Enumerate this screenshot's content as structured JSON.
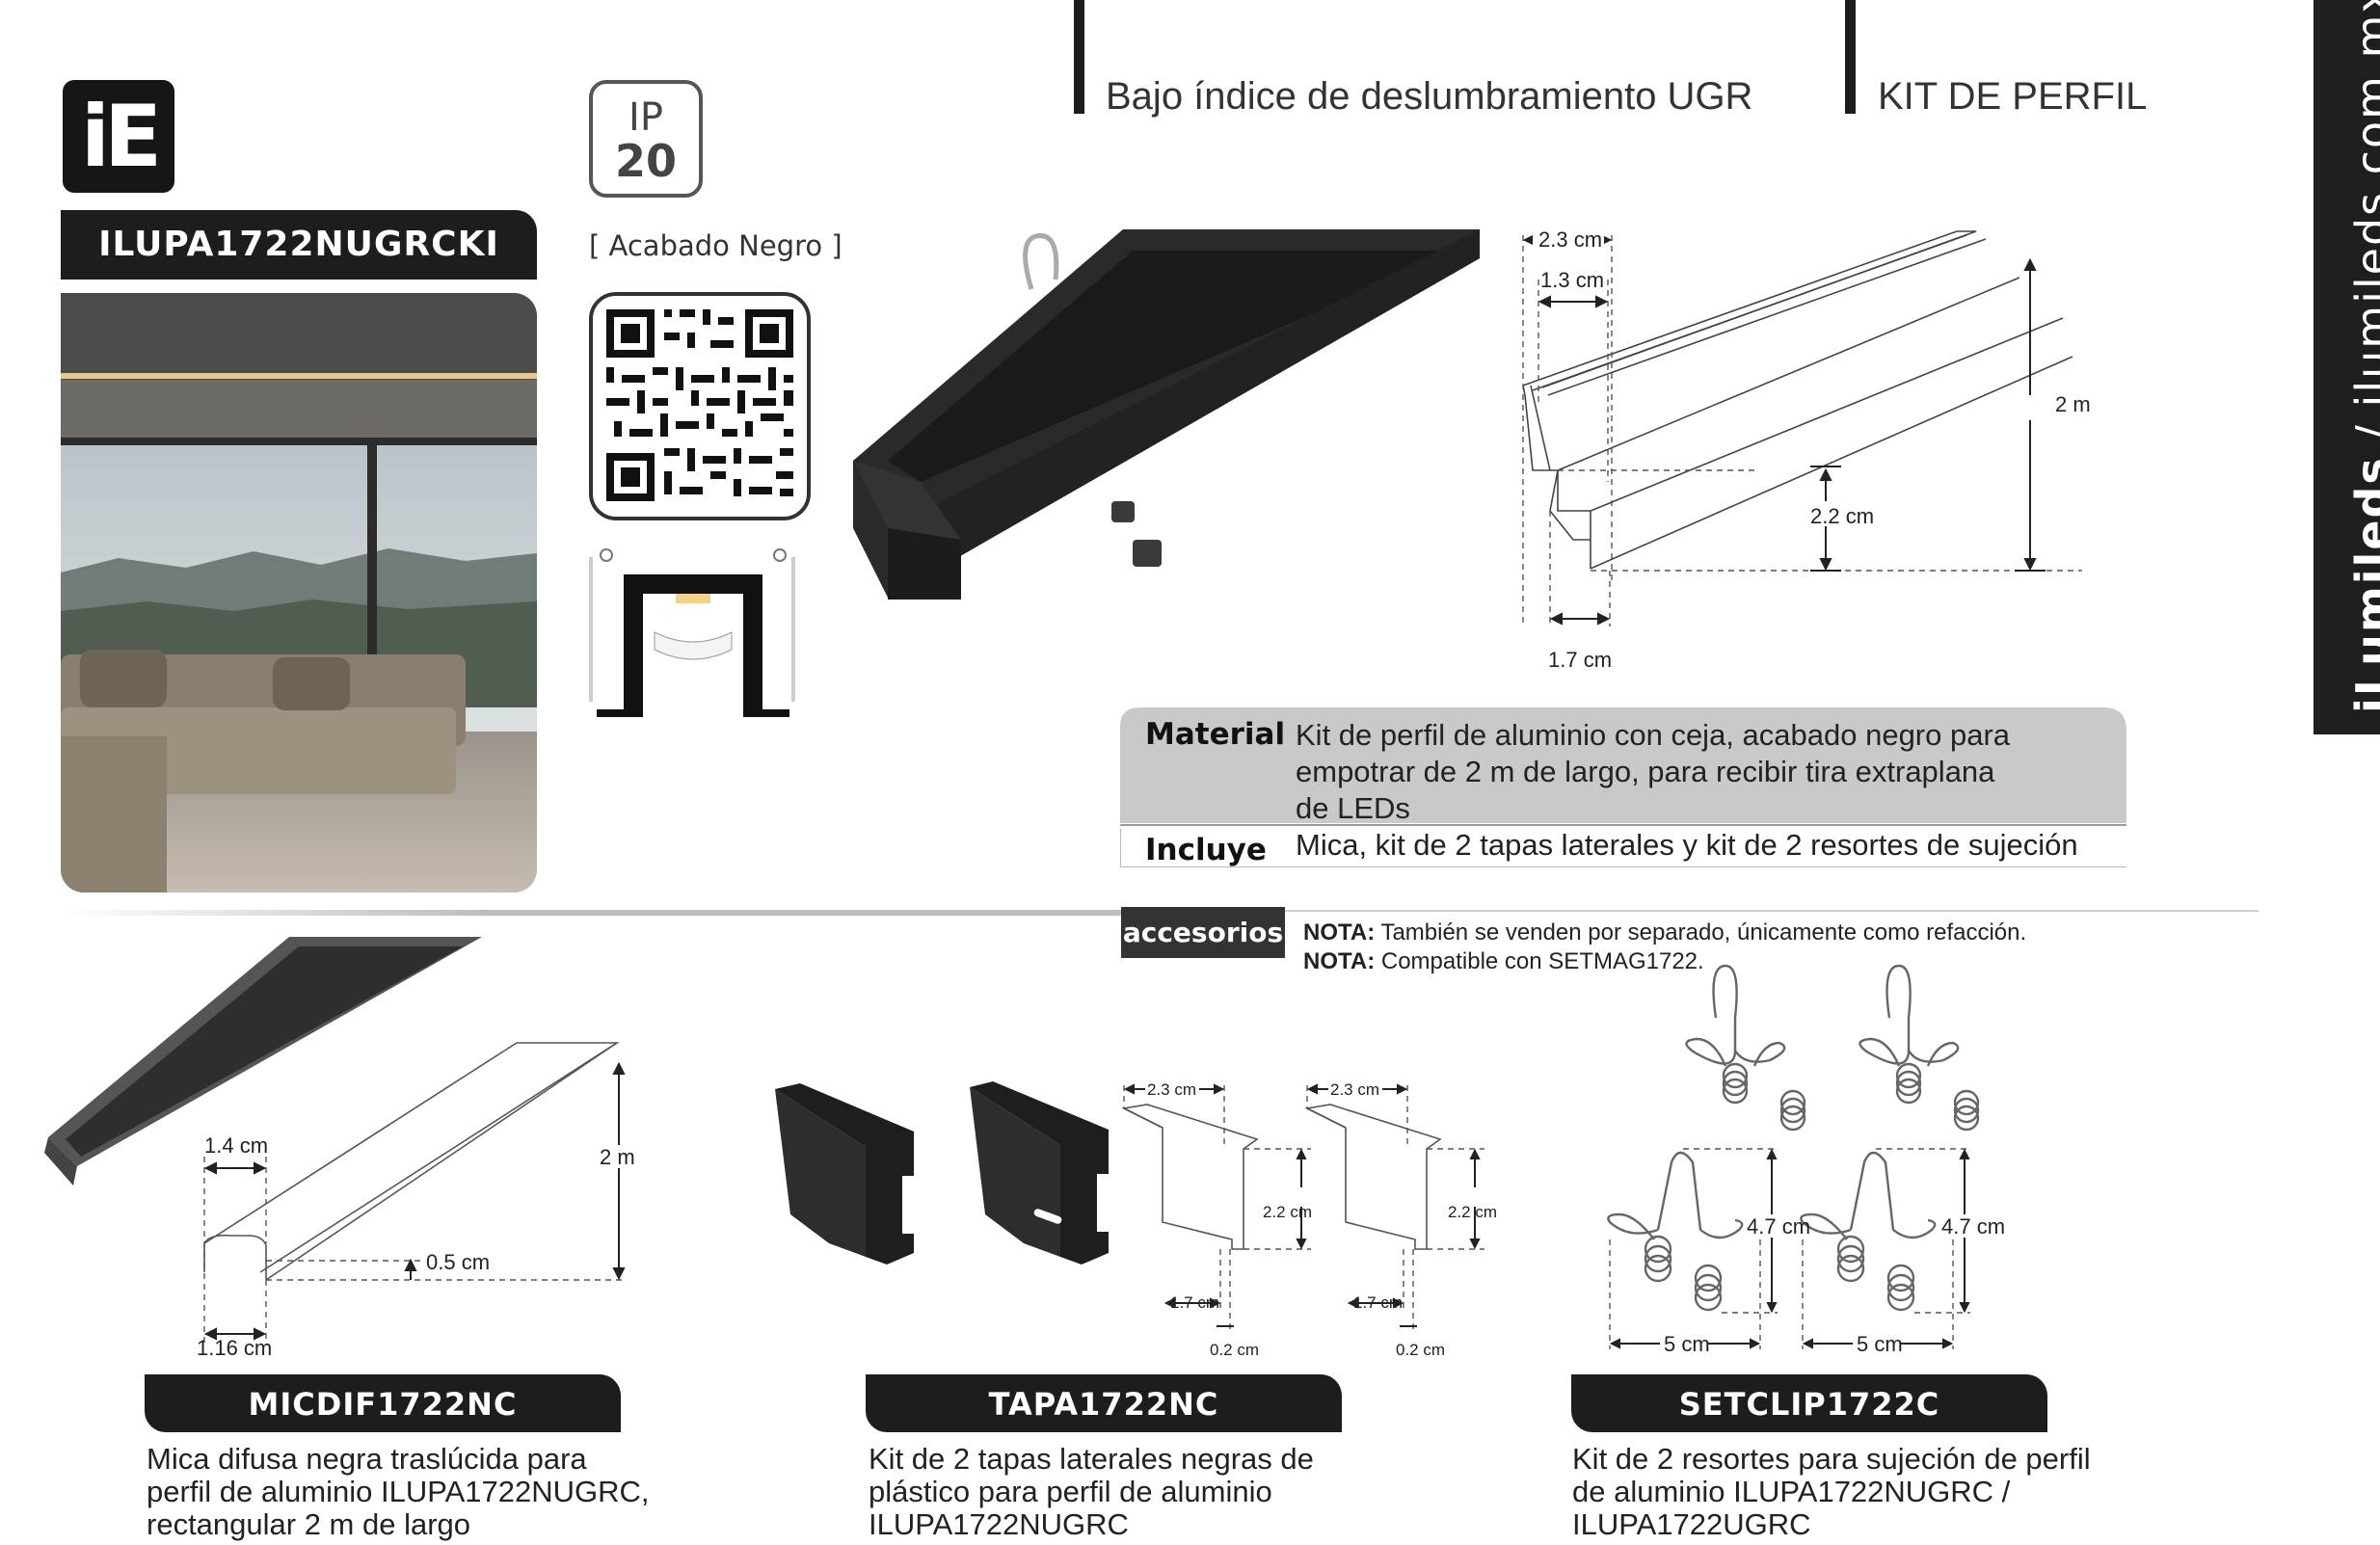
{
  "brand": {
    "logo_text": "iE",
    "sidebar_text_bold": "iLumileds",
    "sidebar_text_rest": " / ilumileds.com.mx"
  },
  "header": {
    "feature": "Bajo índice de deslumbramiento UGR",
    "category": "KIT DE PERFIL"
  },
  "product": {
    "code": "ILUPA1722NUGRCKI",
    "ip_label": "IP",
    "ip_value": "20",
    "finish": "[ Acabado Negro ]"
  },
  "dimensions_main": {
    "top_width": "2.3 cm",
    "inner_width": "1.3 cm",
    "length": "2 m",
    "height": "2.2 cm",
    "bottom_width": "1.7 cm"
  },
  "specs": [
    {
      "label": "Material",
      "lines": [
        "Kit de perfil de aluminio con ceja, acabado negro para",
        "empotrar de 2 m de largo, para recibir tira extraplana",
        "de LEDs"
      ]
    },
    {
      "label": "Incluye",
      "lines": [
        "Mica, kit de 2 tapas laterales y kit de 2 resortes de sujeción"
      ]
    }
  ],
  "accessories": {
    "label": "accesorios",
    "notes": [
      {
        "bold": "NOTA:",
        "text": " También se venden por separado, únicamente como refacción."
      },
      {
        "bold": "NOTA:",
        "text": " Compatible con SETMAG1722."
      }
    ],
    "items": [
      {
        "code": "MICDIF1722NC",
        "desc": [
          "Mica difusa negra traslúcida para",
          "perfil de aluminio ILUPA1722NUGRC,",
          "rectangular 2 m de largo"
        ],
        "dims": {
          "width": "1.4 cm",
          "length": "2 m",
          "height": "0.5 cm",
          "base": "1.16 cm"
        }
      },
      {
        "code": "TAPA1722NC",
        "desc": [
          "Kit de 2 tapas laterales negras de",
          "plástico para perfil de aluminio",
          "ILUPA1722NUGRC"
        ],
        "dims": {
          "width": "2.3 cm",
          "height": "2.2 cm",
          "bottom": "1.7 cm",
          "thick": "0.2 cm"
        }
      },
      {
        "code": "SETCLIP1722C",
        "desc": [
          "Kit de 2 resortes para sujeción de perfil",
          "de aluminio ILUPA1722NUGRC /",
          "ILUPA1722UGRC"
        ],
        "dims": {
          "height": "4.7 cm",
          "width": "5 cm"
        }
      }
    ]
  }
}
